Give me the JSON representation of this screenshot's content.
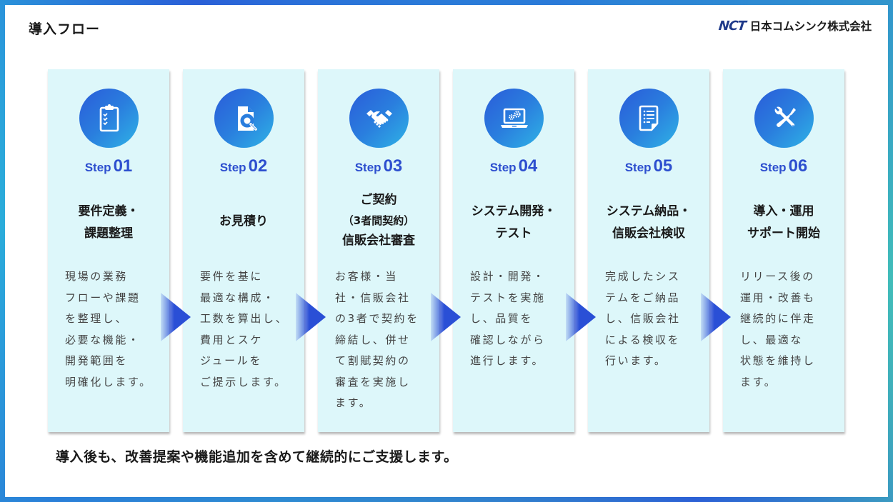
{
  "header": {
    "title": "導入フロー",
    "logo_mark": "NCT",
    "logo_text": "日本コムシンク株式会社"
  },
  "colors": {
    "accent_blue": "#2d4fcf",
    "card_bg": "#ddf7fa",
    "icon_gradient_start": "#2a5cd9",
    "icon_gradient_end": "#2fb3e6",
    "frame_cyan": "#2bcbdc",
    "frame_blue": "#2a5bd7",
    "frame_mint": "#4ddcaa"
  },
  "steps": [
    {
      "step_word": "Step",
      "number": "01",
      "icon": "clipboard-checklist-icon",
      "title_lines": [
        "要件定義・",
        "課題整理"
      ],
      "desc_lines": [
        "現場の業務",
        "フローや課題",
        "を整理し、",
        "必要な機能・",
        "開発範囲を",
        "明確化します。"
      ]
    },
    {
      "step_word": "Step",
      "number": "02",
      "icon": "document-search-icon",
      "title_lines": [
        "お見積り"
      ],
      "desc_lines": [
        "要件を基に",
        "最適な構成・",
        "工数を算出し、",
        "費用とスケ",
        "ジュールを",
        "ご提示します。"
      ]
    },
    {
      "step_word": "Step",
      "number": "03",
      "icon": "handshake-icon",
      "title_lines": [
        "ご契約",
        "（3者間契約）",
        "信販会社審査"
      ],
      "desc_lines": [
        "お客様・当",
        "社・信販会社",
        "の3者で契約を",
        "締結し、併せ",
        "て割賦契約の",
        "審査を実施し",
        "ます。"
      ]
    },
    {
      "step_word": "Step",
      "number": "04",
      "icon": "laptop-gears-icon",
      "title_lines": [
        "システム開発・",
        "テスト"
      ],
      "desc_lines": [
        "設計・開発・",
        "テストを実施",
        "し、品質を",
        "確認しながら",
        "進行します。"
      ]
    },
    {
      "step_word": "Step",
      "number": "05",
      "icon": "document-list-icon",
      "title_lines": [
        "システム納品・",
        "信販会社検収"
      ],
      "desc_lines": [
        "完成したシス",
        "テムをご納品",
        "し、信販会社",
        "による検収を",
        "行います。"
      ]
    },
    {
      "step_word": "Step",
      "number": "06",
      "icon": "wrench-screwdriver-icon",
      "title_lines": [
        "導入・運用",
        "サポート開始"
      ],
      "desc_lines": [
        "リリース後の",
        "運用・改善も",
        "継続的に伴走",
        "し、最適な",
        "状態を維持し",
        "ます。"
      ]
    }
  ],
  "footer": {
    "text": "導入後も、改善提案や機能追加を含めて継続的にご支援します。"
  }
}
